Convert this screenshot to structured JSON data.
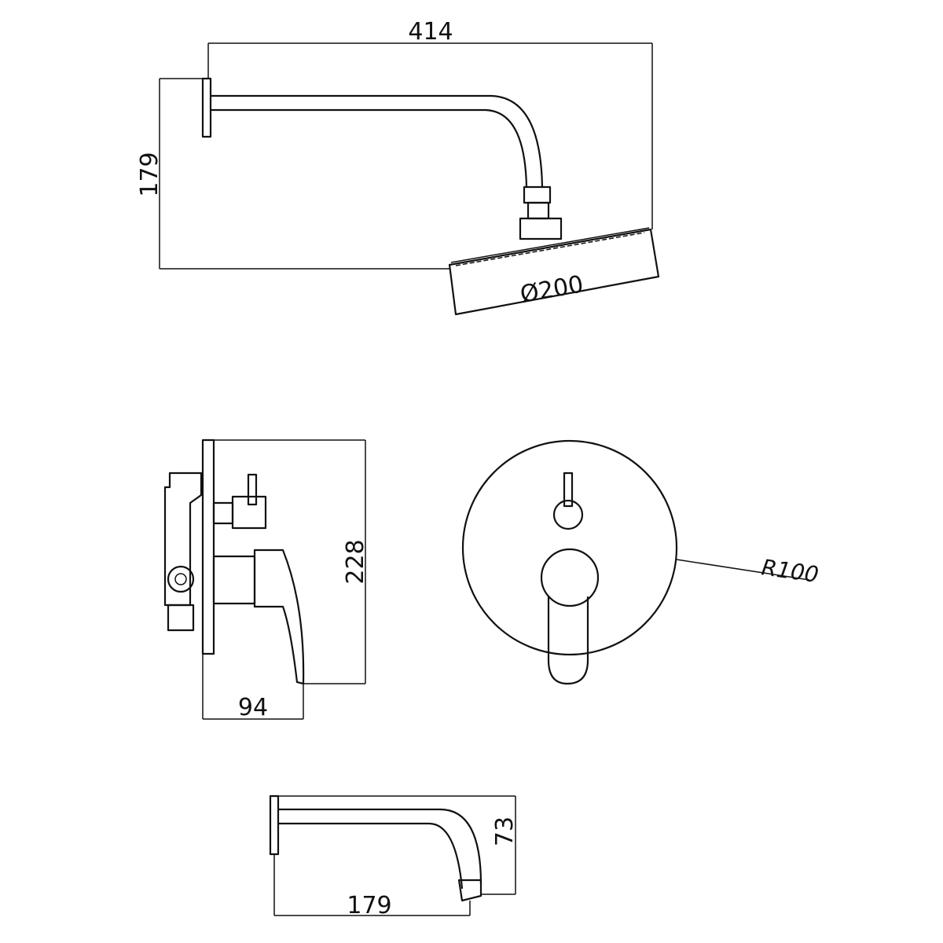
{
  "dimensions": {
    "arm_length": "414",
    "arm_drop": "179",
    "head_diameter": "Ø200",
    "valve_height": "228",
    "valve_depth": "94",
    "plate_radius": "R100",
    "spout_height": "73",
    "spout_length": "179"
  },
  "colors": {
    "line": "#111111",
    "background": "#ffffff"
  }
}
